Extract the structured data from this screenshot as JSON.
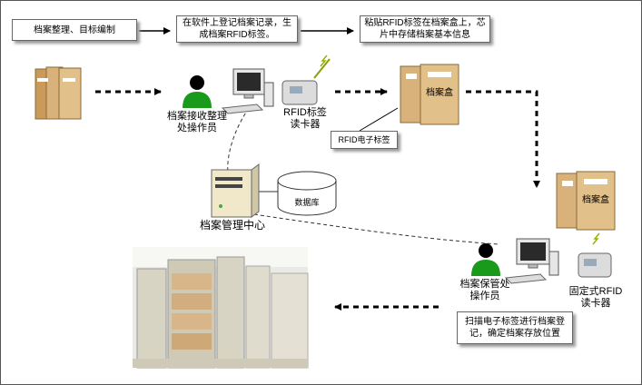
{
  "steps": {
    "step1": "档案整理、目标编制",
    "step2": "在软件上登记档案记录，生成档案RFID标签。",
    "step3": "粘贴RFID标签在档案盒上，芯片中存储档案基本信息",
    "step4": "扫描电子标签进行档案登记，确定档案存放位置"
  },
  "labels": {
    "clerk": "档案接收整理\n处操作员",
    "reader": "RFID标签\n读卡器",
    "rfid_tag": "RFID电子标签",
    "box_text": "档案盒",
    "center": "档案管理中心",
    "database": "数据库",
    "keeper": "档案保管处\n操作员",
    "fixed_reader": "固定式RFID\n读卡器"
  },
  "colors": {
    "person": "#1a9a1a",
    "box_tan": "#d8b27a",
    "arrow": "#000000"
  },
  "icons": [
    "person-icon",
    "computer-icon",
    "rfid-reader-icon",
    "server-icon",
    "database-icon",
    "archive-box-icon",
    "shelf-photo"
  ]
}
